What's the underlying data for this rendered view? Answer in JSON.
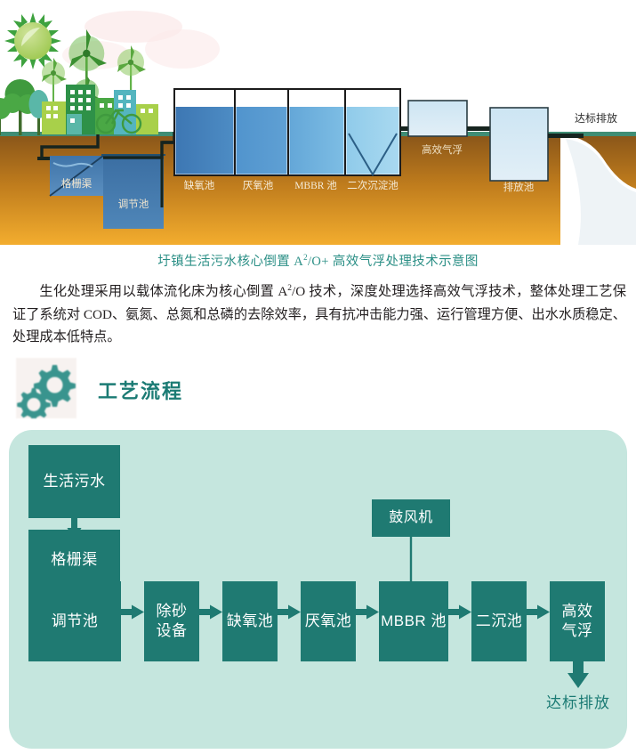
{
  "illustration": {
    "alt": "wastewater-treatment-schematic",
    "labels": [
      {
        "id": "grille",
        "text": "格栅渠"
      },
      {
        "id": "regulating-tank",
        "text": "调节池"
      },
      {
        "id": "anoxic-tank",
        "text": "缺氧池"
      },
      {
        "id": "anaerobic-tank",
        "text": "厌氧池"
      },
      {
        "id": "mbbr-tank",
        "text": "MBBR 池"
      },
      {
        "id": "secondary-sedimentation",
        "text": "二次沉淀池"
      },
      {
        "id": "dissolved-air-flotation",
        "text": "高效气浮"
      },
      {
        "id": "discharge-tank",
        "text": "排放池"
      },
      {
        "id": "standard-discharge",
        "text": "达标排放"
      }
    ],
    "scene_icons": [
      "sun-icon",
      "wind-turbine-icon",
      "tree-icon",
      "building-icon",
      "bicycle-icon"
    ],
    "colors": {
      "ground_top": "#8c5a1e",
      "ground_bottom": "#f0a52b",
      "tank_dark": "#3b79b5",
      "tank_light": "#a9d6ef",
      "pipe": "#1d3d37"
    }
  },
  "caption": {
    "pre": "圩镇生活污水核心倒置 A",
    "sup": "2",
    "post": "/O+ 高效气浮处理技术示意图",
    "color": "#2b8f86"
  },
  "paragraph": {
    "seg1": "生化处理采用以载体流化床为核心倒置 A",
    "sup1": "2",
    "seg2": "/O 技术，深度处理选择高效气浮技术，整体处理工艺保证了系统对 COD、氨氮、总氮和总磷的去除效率，具有抗冲击能力强、运行管理方便、出水水质稳定、处理成本低特点。"
  },
  "section": {
    "icon": "gears-icon",
    "title": "工艺流程",
    "title_color": "#1b7b74"
  },
  "flowchart": {
    "panel_color": "#c5e6de",
    "box_color": "#1f7a72",
    "text_color": "#ffffff",
    "accent_color": "#1b7b74",
    "nodes": [
      {
        "id": "domestic-sewage",
        "label": "生活污水"
      },
      {
        "id": "grille-channel",
        "label": "格栅渠"
      },
      {
        "id": "regulating-tank",
        "label": "调节池"
      },
      {
        "id": "sand-removal",
        "label": "除砂\n设备"
      },
      {
        "id": "anoxic-tank",
        "label": "缺氧池"
      },
      {
        "id": "anaerobic-tank",
        "label": "厌氧池"
      },
      {
        "id": "mbbr-tank",
        "label": "MBBR 池"
      },
      {
        "id": "secondary-settling",
        "label": "二沉池"
      },
      {
        "id": "air-flotation",
        "label": "高效\n气浮"
      },
      {
        "id": "blower",
        "label": "鼓风机"
      }
    ],
    "node_labels": {
      "domestic_sewage": "生活污水",
      "grille_channel": "格栅渠",
      "regulating_tank": "调节池",
      "sand_removal_l1": "除砂",
      "sand_removal_l2": "设备",
      "anoxic_tank": "缺氧池",
      "anaerobic_tank": "厌氧池",
      "mbbr_tank": "MBBR 池",
      "secondary_settling": "二沉池",
      "air_flotation_l1": "高效",
      "air_flotation_l2": "气浮",
      "blower": "鼓风机"
    },
    "outlet_label": "达标排放"
  }
}
